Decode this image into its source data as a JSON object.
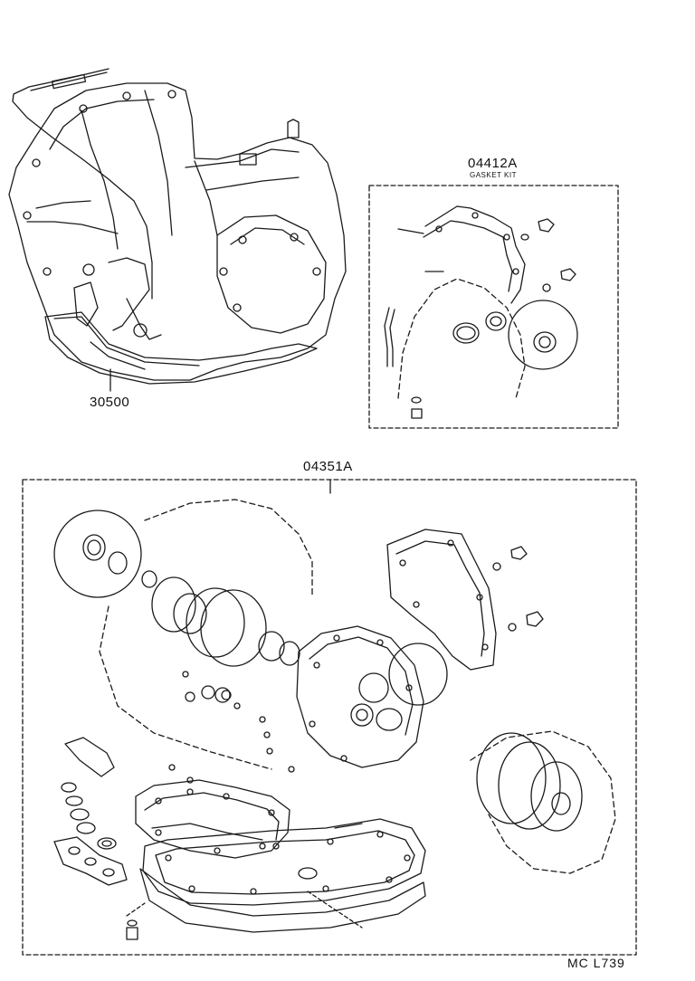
{
  "parts": {
    "transaxle": "30500",
    "gasket_kit": "04412A",
    "gasket_kit_label": "GASKET KIT",
    "overhaul_kit": "04351A"
  },
  "diagram_ref": "MC L739",
  "colors": {
    "ink": "#1a1a1a",
    "paper": "#ffffff"
  }
}
